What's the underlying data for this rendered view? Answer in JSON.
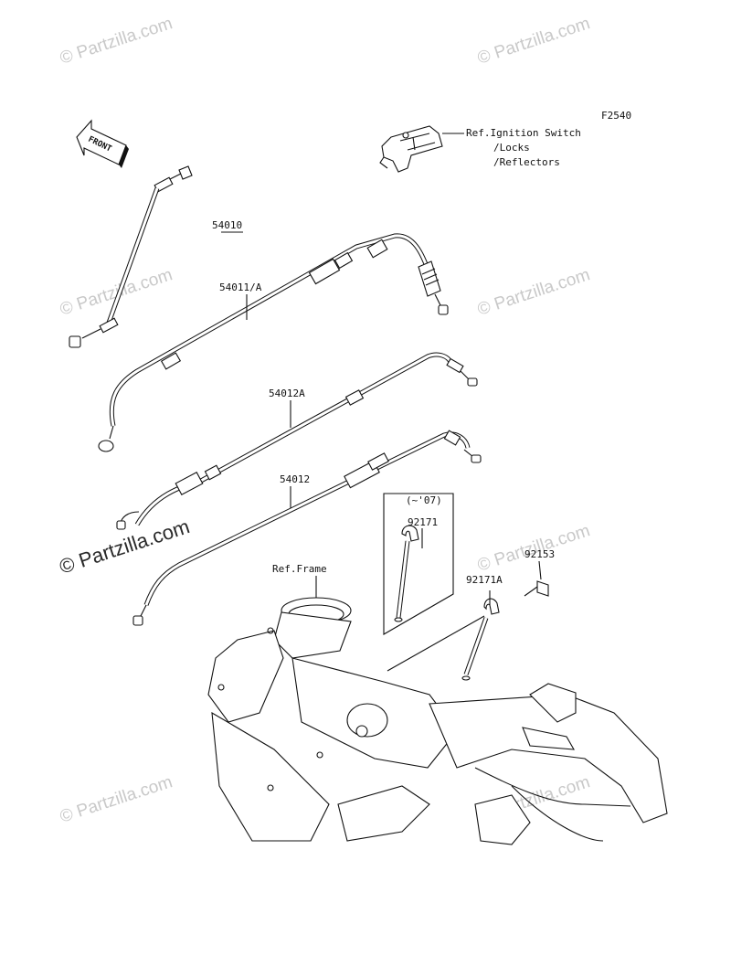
{
  "figure_code": "F2540",
  "front_arrow_label": "FRONT",
  "watermark": {
    "text": "© Partzilla.com"
  },
  "callouts": {
    "ignition": {
      "line1": "Ref.Ignition Switch",
      "line2": "/Locks",
      "line3": "/Reflectors"
    },
    "frame": "Ref.Frame",
    "bracket_note": "(~'07)"
  },
  "parts": [
    {
      "number": "54010"
    },
    {
      "number": "54011/A"
    },
    {
      "number": "54012A"
    },
    {
      "number": "54012"
    },
    {
      "number": "92171"
    },
    {
      "number": "92171A"
    },
    {
      "number": "92153"
    }
  ]
}
